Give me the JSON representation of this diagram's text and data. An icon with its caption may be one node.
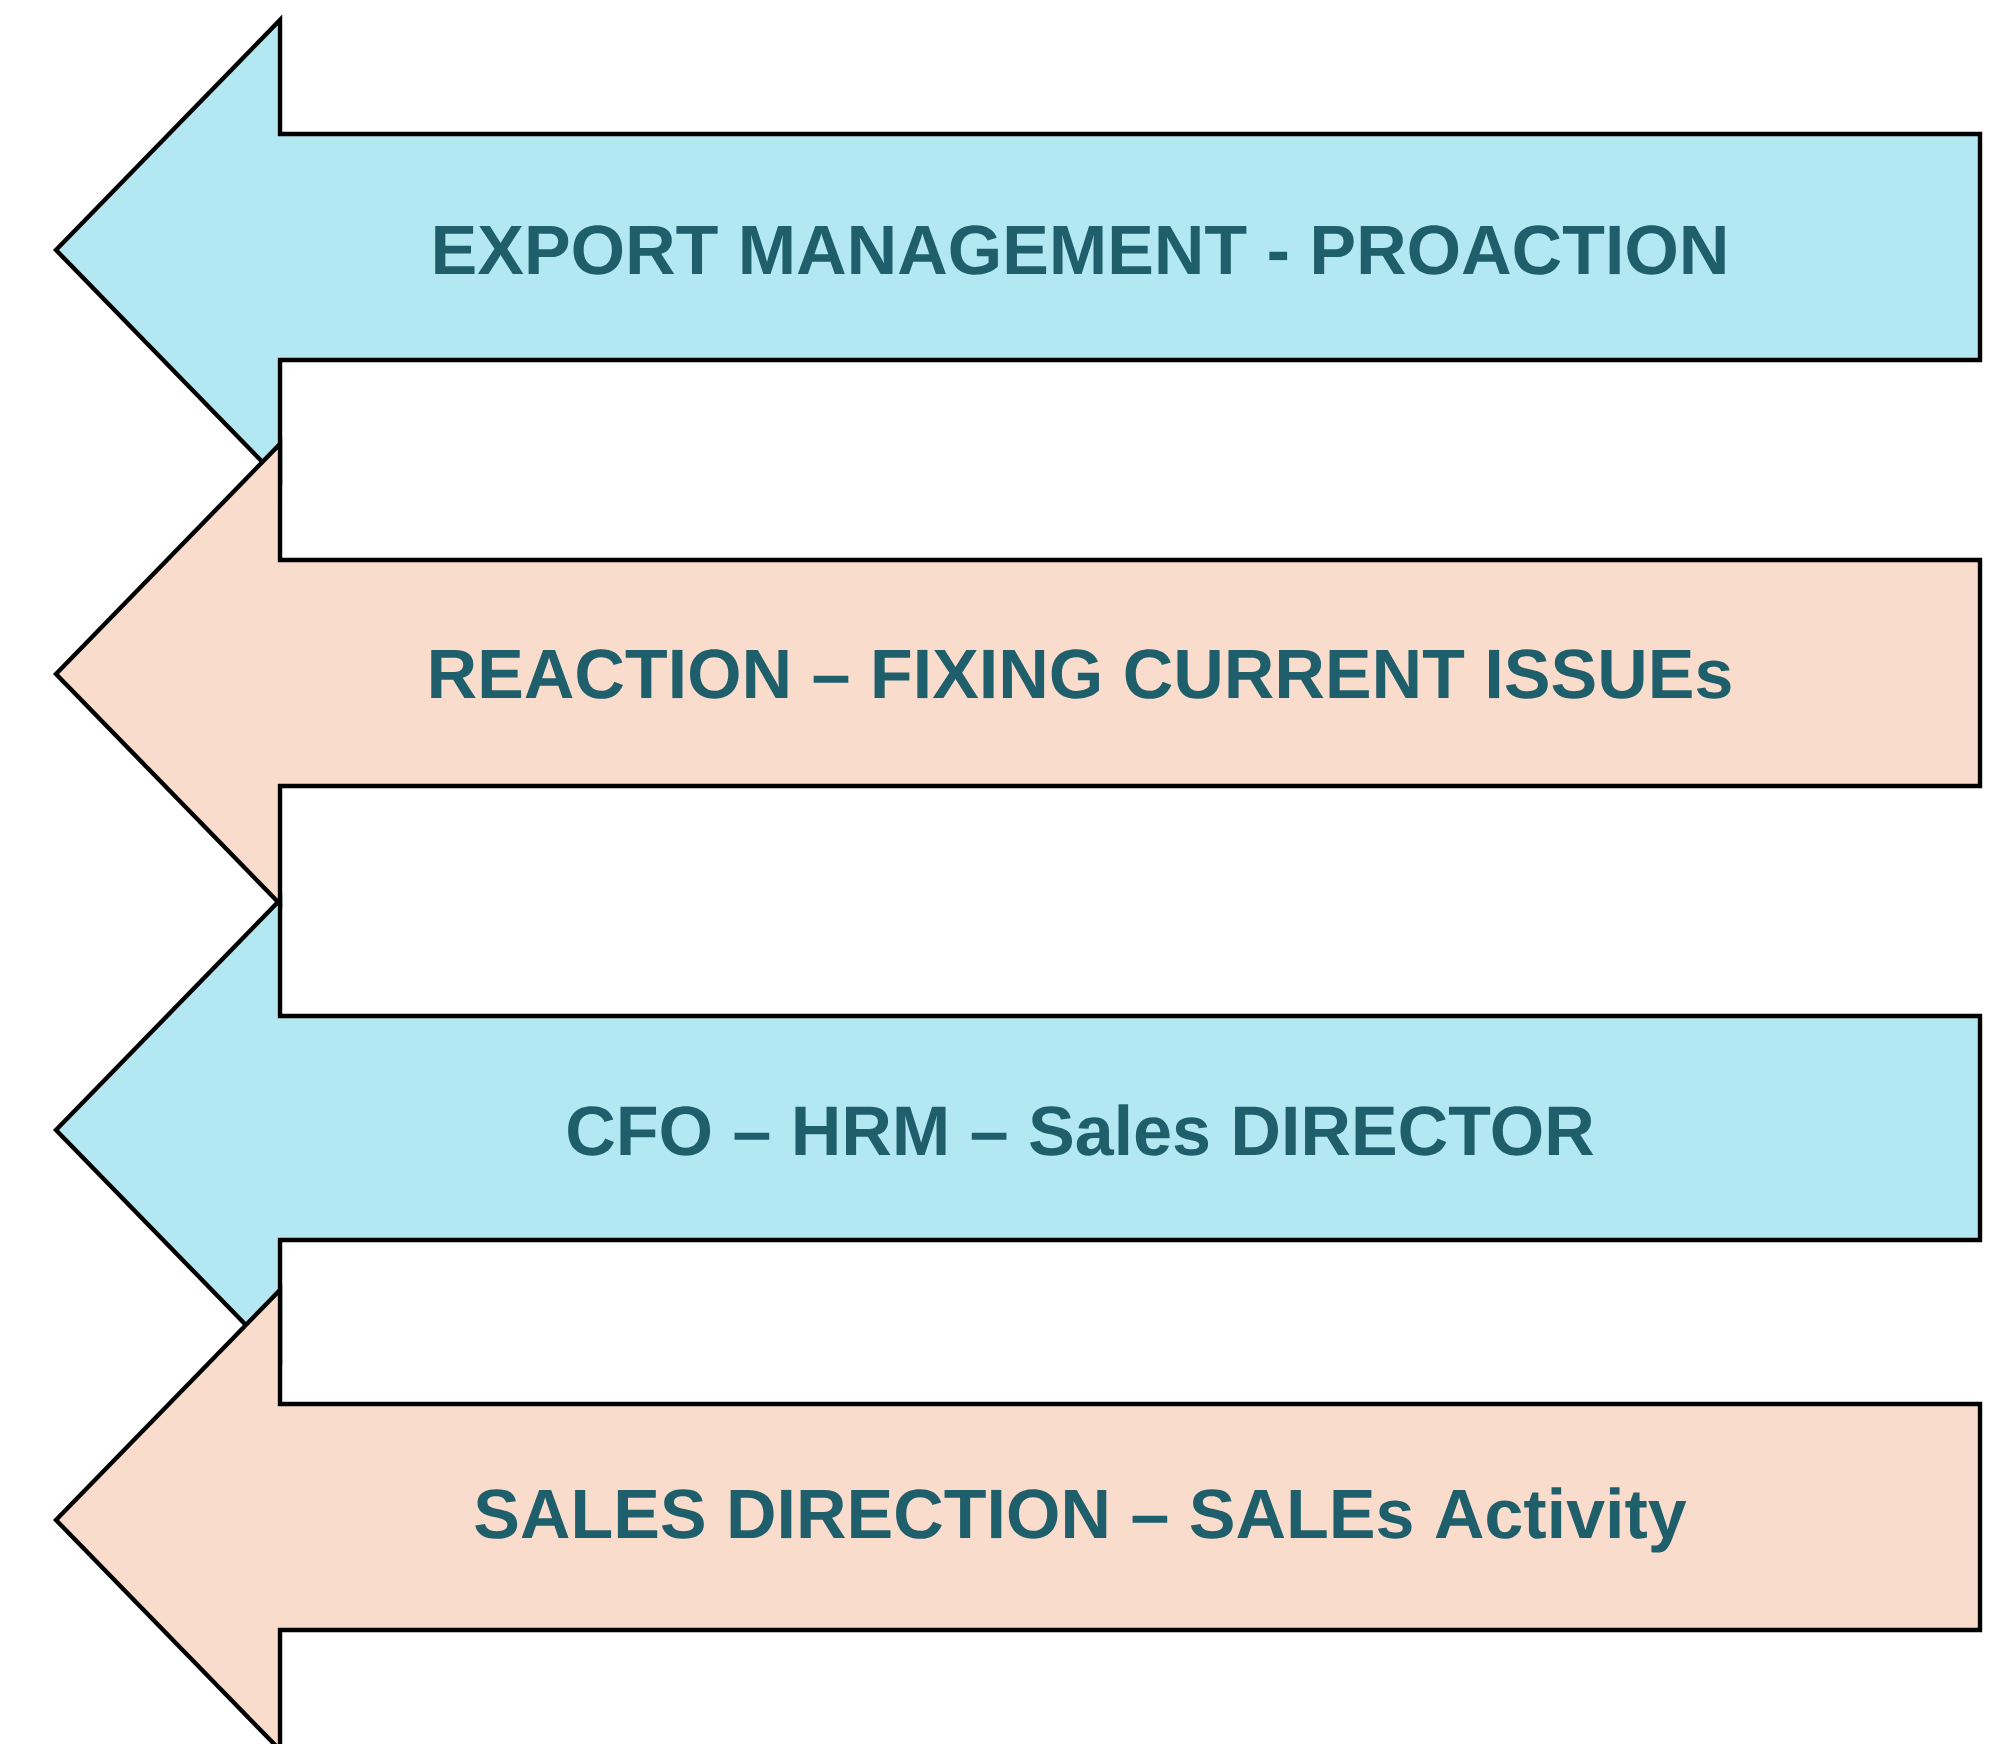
{
  "diagram": {
    "nodes": [
      {
        "text": [
          "EXPORT MANAGEMENT - PROACTION"
        ]
      },
      {
        "text": [
          "REACTION – FIXING CURRENT ISSUEs"
        ]
      },
      {
        "text": [
          "CFO – HRM – Sales DIRECTOR"
        ]
      },
      {
        "text": [
          "SALES DIRECTION – SALEs Activity"
        ]
      }
    ]
  }
}
